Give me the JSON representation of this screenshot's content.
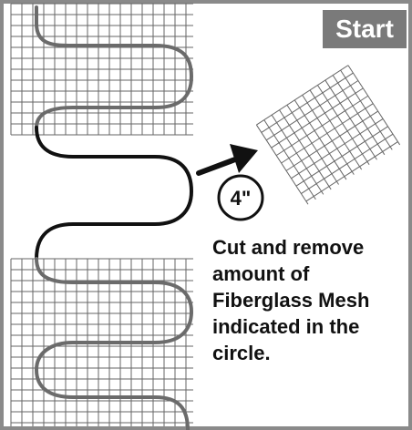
{
  "badge": {
    "label": "Start"
  },
  "measurement": {
    "label": "4\""
  },
  "instruction": {
    "lines": [
      "Cut and remove",
      "amount of",
      "Fiberglass Mesh",
      "indicated in the",
      "circle."
    ]
  },
  "colors": {
    "frame": "#8a8a8a",
    "grid_line": "#666666",
    "cable_on_mesh": "#6b6b6b",
    "cable_exposed": "#111111",
    "badge_bg": "#7a7a7a",
    "badge_text": "#ffffff"
  },
  "icons": {
    "pointer": "arrow-icon"
  }
}
